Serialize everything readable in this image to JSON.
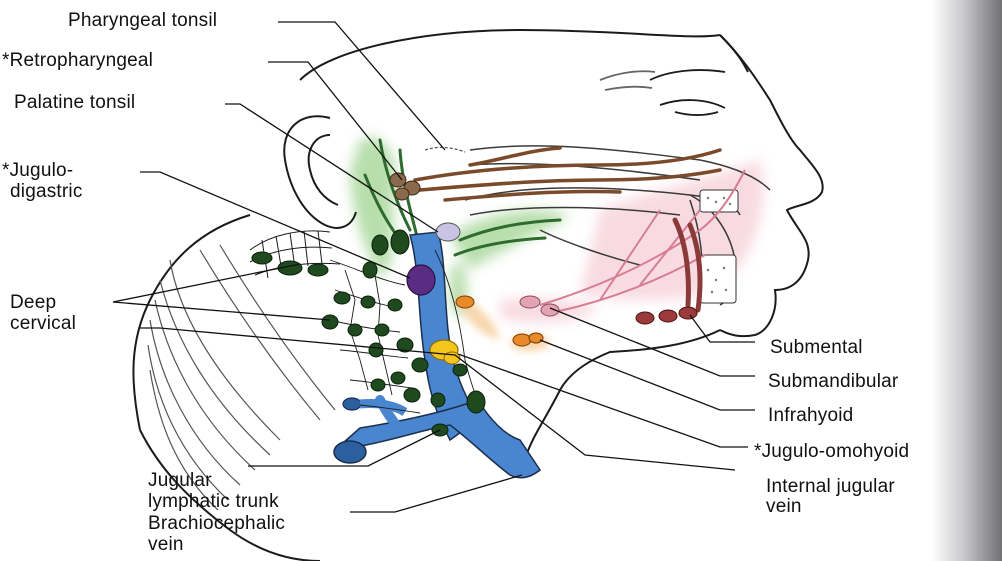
{
  "labels": {
    "pharyngeal_tonsil": "Pharyngeal tonsil",
    "retropharyngeal": "*Retropharyngeal",
    "palatine_tonsil": "Palatine tonsil",
    "jugulodigastric_1": "*Jugulo-",
    "jugulodigastric_2": "digastric",
    "deep_cervical_1": "Deep",
    "deep_cervical_2": "cervical",
    "submental": "Submental",
    "submandibular": "Submandibular",
    "infrahyoid": "Infrahyoid",
    "jugulo_omohyoid": "*Jugulo-omohyoid",
    "internal_jugular_1": "Internal jugular",
    "internal_jugular_2": "vein",
    "jugular_trunk_1": "Jugular",
    "jugular_trunk_2": "lymphatic trunk",
    "brachiocephalic_1": "Brachiocephalic",
    "brachiocephalic_2": "vein"
  },
  "colors": {
    "vein": "#4a86d0",
    "deep_nodes": "#1f4a1f",
    "jugulodigastric_node": "#5a2d82",
    "jugulo_omohyoid_node": "#f2c61c",
    "infrahyoid_node": "#e8892a",
    "submental_node": "#9a3a3a",
    "submandibular_node": "#e4a3b2",
    "retropharyngeal_node": "#8a6a4a",
    "lymph_vessels_brown": "#7a4a2a",
    "lymph_vessels_green": "#2f6b2f"
  }
}
